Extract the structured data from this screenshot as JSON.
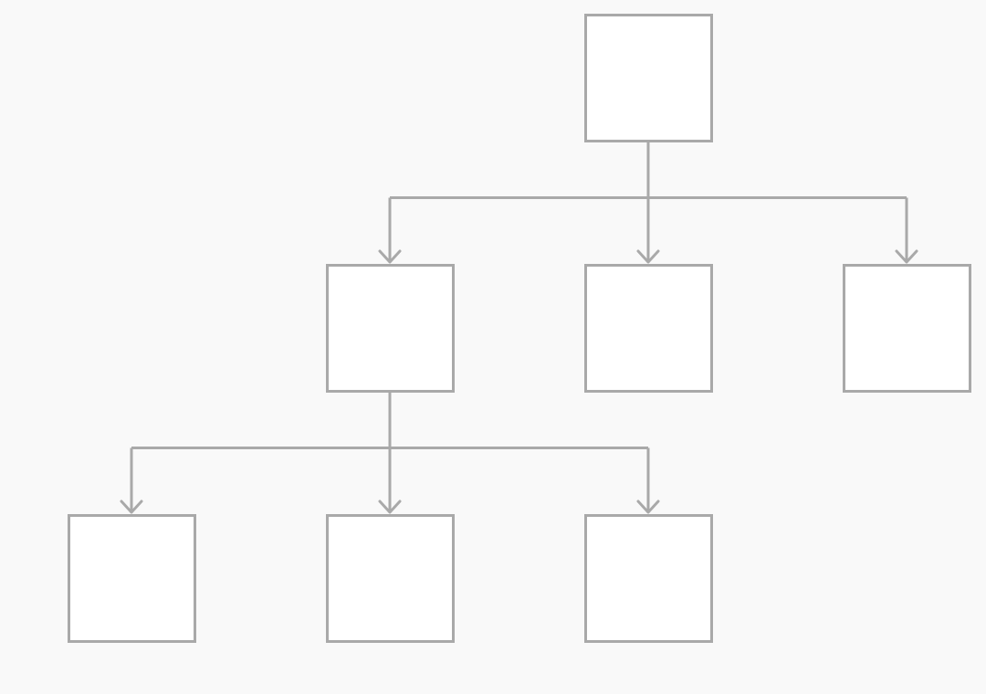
{
  "diagram": {
    "type": "tree",
    "nodes": [
      {
        "id": "root",
        "label": ""
      },
      {
        "id": "child-1",
        "label": ""
      },
      {
        "id": "child-2",
        "label": ""
      },
      {
        "id": "child-3",
        "label": ""
      },
      {
        "id": "grandchild-1",
        "label": ""
      },
      {
        "id": "grandchild-2",
        "label": ""
      },
      {
        "id": "grandchild-3",
        "label": ""
      }
    ],
    "edges": [
      {
        "from": "root",
        "to": "child-1"
      },
      {
        "from": "root",
        "to": "child-2"
      },
      {
        "from": "root",
        "to": "child-3"
      },
      {
        "from": "child-1",
        "to": "grandchild-1"
      },
      {
        "from": "child-1",
        "to": "grandchild-2"
      },
      {
        "from": "child-1",
        "to": "grandchild-3"
      }
    ],
    "colors": {
      "background": "#f9f9f9",
      "node_fill": "#ffffff",
      "stroke": "#a9a9a9"
    }
  }
}
